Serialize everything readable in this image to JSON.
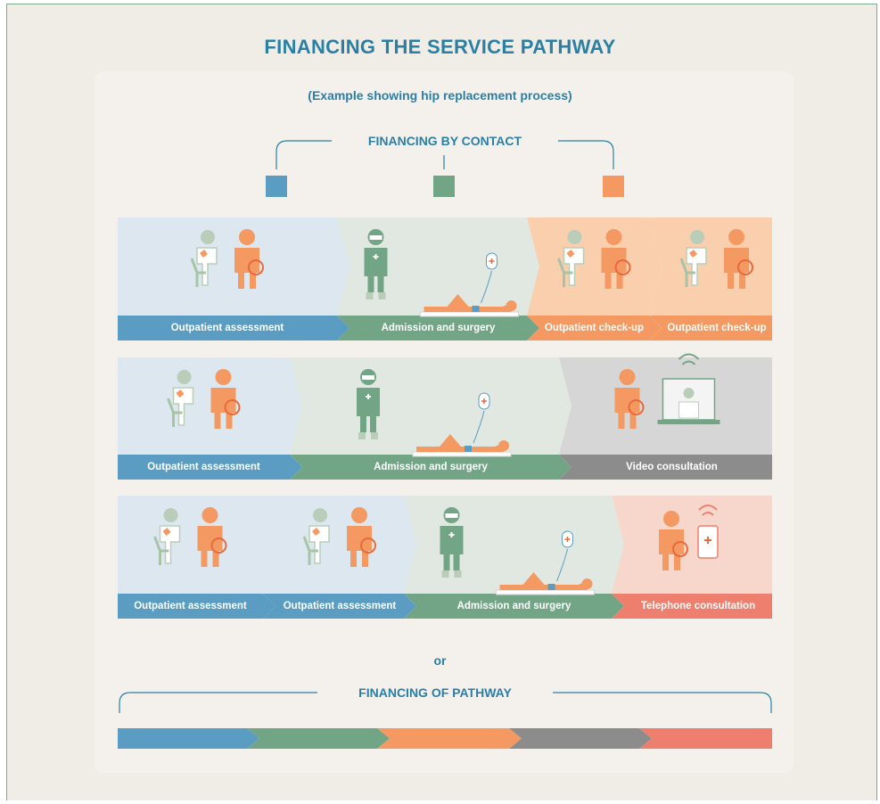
{
  "title": "FINANCING THE SERVICE PATHWAY",
  "subtitle": "(Example showing hip replacement process)",
  "contact_header": "FINANCING BY CONTACT",
  "pathway_header": "FINANCING OF PATHWAY",
  "or_label": "or",
  "colors": {
    "outpatient": "#5b9dc2",
    "surgery": "#72a586",
    "checkup": "#f39961",
    "video": "#8c8c8c",
    "telephone": "#ee7f6e",
    "accent": "#2a7fa5"
  },
  "rows": [
    {
      "stages": [
        {
          "label": "Outpatient assessment",
          "type": "outpatient"
        },
        {
          "label": "Admission and surgery",
          "type": "surgery"
        },
        {
          "label": "Outpatient check-up",
          "type": "checkup"
        },
        {
          "label": "Outpatient check-up",
          "type": "checkup"
        }
      ]
    },
    {
      "stages": [
        {
          "label": "Outpatient assessment",
          "type": "outpatient"
        },
        {
          "label": "Admission and surgery",
          "type": "surgery"
        },
        {
          "label": "Video consultation",
          "type": "video"
        }
      ]
    },
    {
      "stages": [
        {
          "label": "Outpatient assessment",
          "type": "outpatient"
        },
        {
          "label": "Outpatient assessment",
          "type": "outpatient"
        },
        {
          "label": "Admission and surgery",
          "type": "surgery"
        },
        {
          "label": "Telephone consultation",
          "type": "telephone"
        }
      ]
    }
  ]
}
